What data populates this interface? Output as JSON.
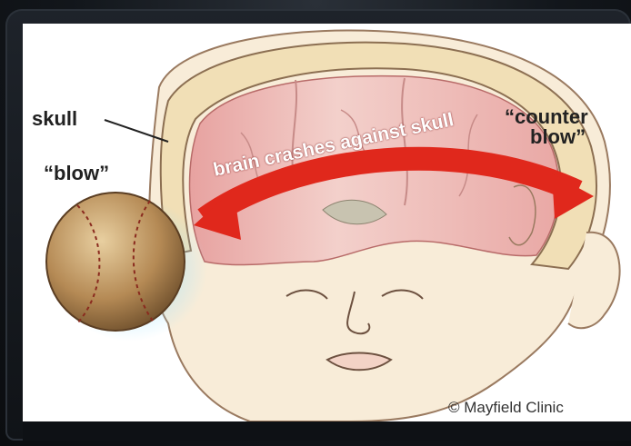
{
  "labels": {
    "skull": "skull",
    "blow": "“blow”",
    "counter_line1": "“counter",
    "counter_line2": "blow”",
    "arrow": "brain crashes against skull",
    "credit": "© Mayfield Clinic"
  },
  "colors": {
    "arrow": "#e0281c",
    "brain": "#f2c9c4",
    "skin": "#f7e7cf",
    "bezel": "#141820"
  }
}
